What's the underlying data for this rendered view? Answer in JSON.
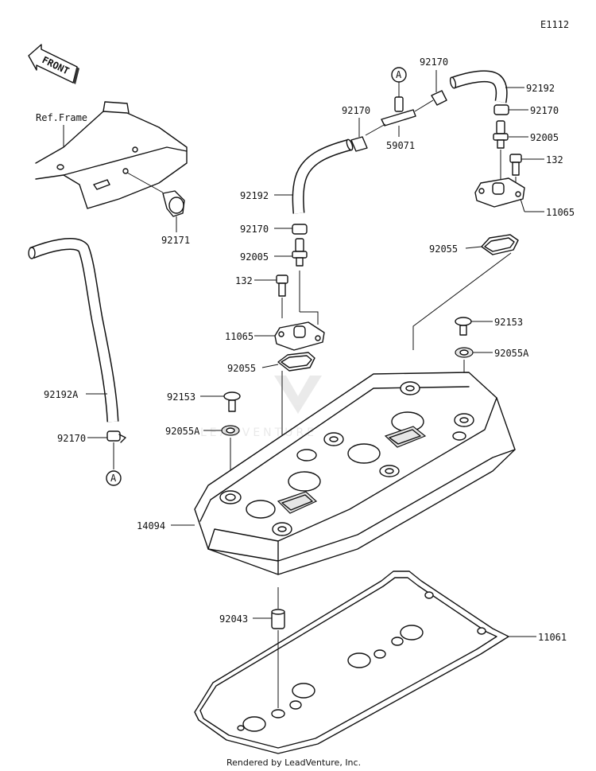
{
  "diagram_code": "E1112",
  "front_label": "FRONT",
  "ref_frame_label": "Ref.Frame",
  "watermark": "LEADVENTURE",
  "footer": "Rendered by LeadVenture, Inc.",
  "callout_letter": "A",
  "part_labels": {
    "p92170_top": "92170",
    "p92192_top_right": "92192",
    "p92170_right": "92170",
    "p92005_right": "92005",
    "p132_right": "132",
    "p11065_right": "11065",
    "p92055_right": "92055",
    "p92170_mid": "92170",
    "p59071": "59071",
    "p92192_left": "92192",
    "p92170_left": "92170",
    "p92005_left": "92005",
    "p132_left": "132",
    "p11065_left": "11065",
    "p92055_left": "92055",
    "p92153_right": "92153",
    "p92055A_right": "92055A",
    "p92153_left": "92153",
    "p92055A_left": "92055A",
    "p92192A": "92192A",
    "p92170_lower_left": "92170",
    "p92171": "92171",
    "p14094": "14094",
    "p92043": "92043",
    "p11061": "11061"
  }
}
